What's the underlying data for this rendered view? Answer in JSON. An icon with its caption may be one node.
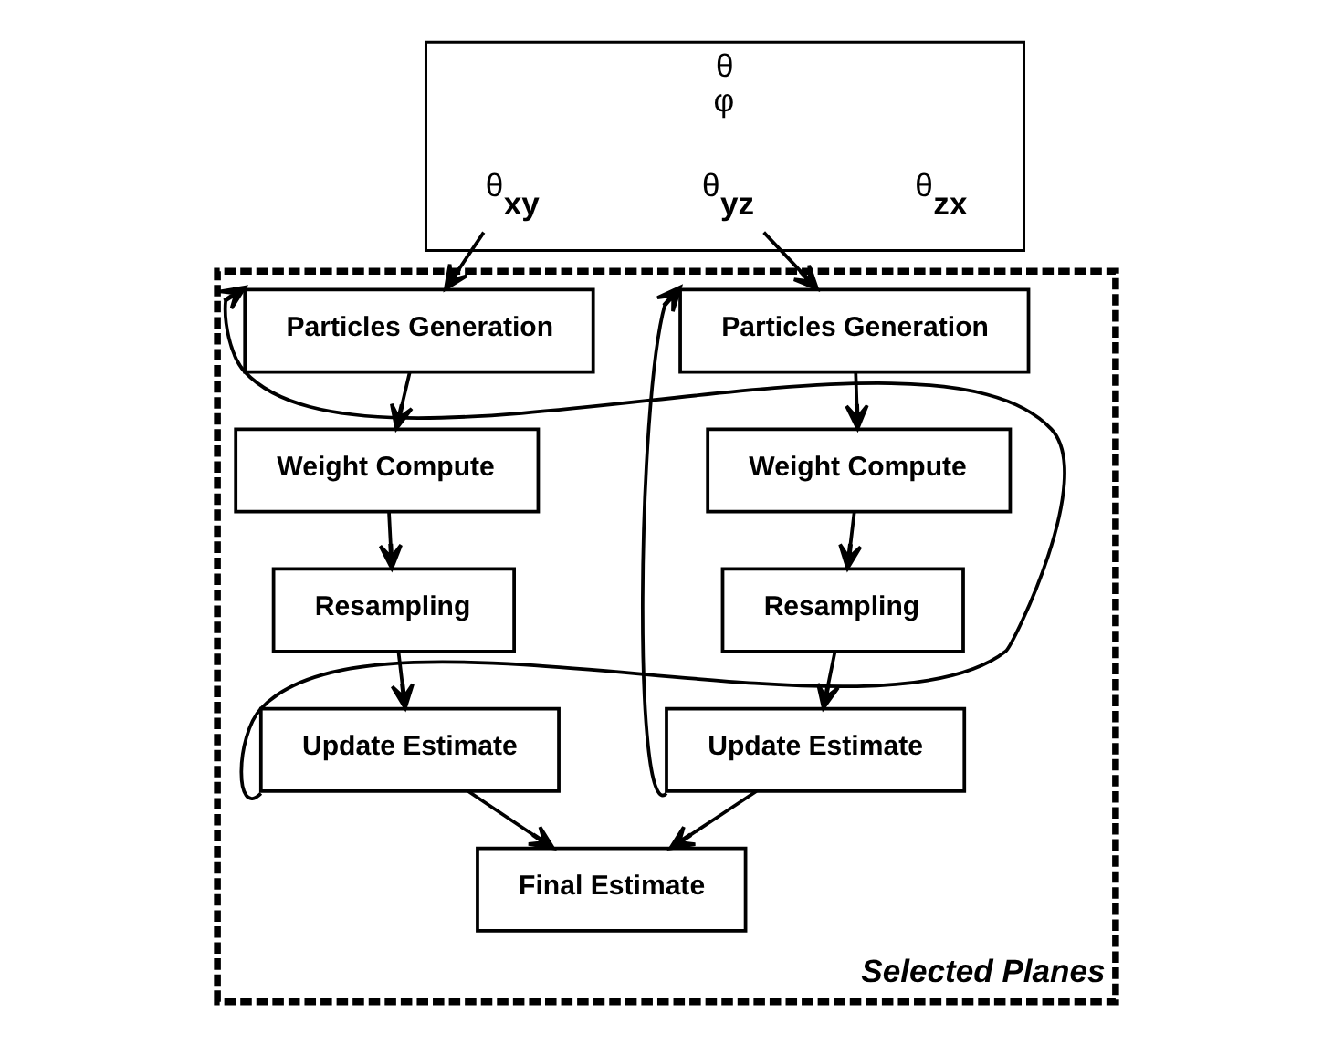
{
  "diagram": {
    "nodes": [
      {
        "text": [
          "θ",
          "φ"
        ]
      },
      {
        "text": [
          "θ$_{xy}$"
        ],
        "in": 0
      },
      {
        "text": [
          "θ$_{yz}$"
        ],
        "in": 0
      },
      {
        "text": [
          "θ$_{zx}$"
        ],
        "in": 0
      },
      {
        "text": [
          "Selected Planes"
        ]
      },
      {
        "text": [
          "Particles Generation"
        ],
        "in": 4
      },
      {
        "text": [
          "Weight Compute"
        ],
        "in": 4
      },
      {
        "text": [
          "Resampling"
        ],
        "in": 4
      },
      {
        "text": [
          "Update Estimate"
        ],
        "in": 4
      },
      {
        "text": [
          "Particles Generation"
        ],
        "in": 4
      },
      {
        "text": [
          "Weight Compute"
        ],
        "in": 4
      },
      {
        "text": [
          "Resampling"
        ],
        "in": 4
      },
      {
        "text": [
          "Update Estimate"
        ],
        "in": 4
      },
      {
        "text": [
          "Final Estimate"
        ],
        "in": 4
      }
    ],
    "edges": [
      {
        "from": 1,
        "to": 5,
        "arrow": "to"
      },
      {
        "from": 5,
        "to": 6,
        "arrow": "to"
      },
      {
        "from": 6,
        "to": 7,
        "arrow": "to"
      },
      {
        "from": 7,
        "to": 8,
        "arrow": "to"
      },
      {
        "from": 8,
        "to": 5,
        "arrow": "to"
      },
      {
        "from": 2,
        "to": 9,
        "arrow": "to"
      },
      {
        "from": 9,
        "to": 10,
        "arrow": "to"
      },
      {
        "from": 10,
        "to": 11,
        "arrow": "to"
      },
      {
        "from": 11,
        "to": 12,
        "arrow": "to"
      },
      {
        "from": 12,
        "to": 9,
        "arrow": "to"
      },
      {
        "from": 8,
        "to": 13,
        "arrow": "to"
      },
      {
        "from": 12,
        "to": 13,
        "arrow": "to"
      }
    ]
  }
}
